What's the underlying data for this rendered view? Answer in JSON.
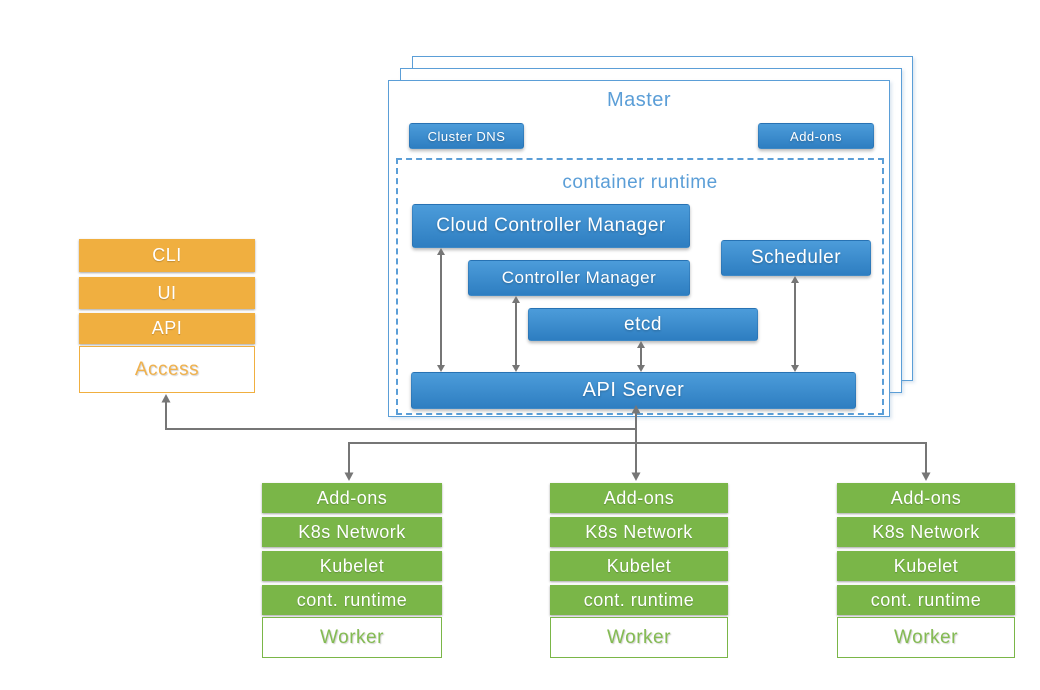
{
  "colors": {
    "component_blue_top": "#4c9cda",
    "component_blue_bottom": "#2e7ec1",
    "outline_light_blue": "#5b9ed7",
    "access_orange": "#f0af40",
    "worker_green": "#7ab648",
    "connector_gray": "#767676"
  },
  "master": {
    "title": "Master",
    "cluster_dns_label": "Cluster DNS",
    "addons_label": "Add-ons",
    "container_runtime": {
      "title": "container runtime",
      "cloud_controller_manager": "Cloud Controller Manager",
      "controller_manager": "Controller Manager",
      "scheduler": "Scheduler",
      "etcd": "etcd",
      "api_server": "API Server"
    }
  },
  "access_stack": {
    "rows": [
      "CLI",
      "UI",
      "API"
    ],
    "label": "Access"
  },
  "workers": [
    {
      "rows": [
        "Add-ons",
        "K8s Network",
        "Kubelet",
        "cont. runtime"
      ],
      "label": "Worker"
    },
    {
      "rows": [
        "Add-ons",
        "K8s Network",
        "Kubelet",
        "cont. runtime"
      ],
      "label": "Worker"
    },
    {
      "rows": [
        "Add-ons",
        "K8s Network",
        "Kubelet",
        "cont. runtime"
      ],
      "label": "Worker"
    }
  ]
}
